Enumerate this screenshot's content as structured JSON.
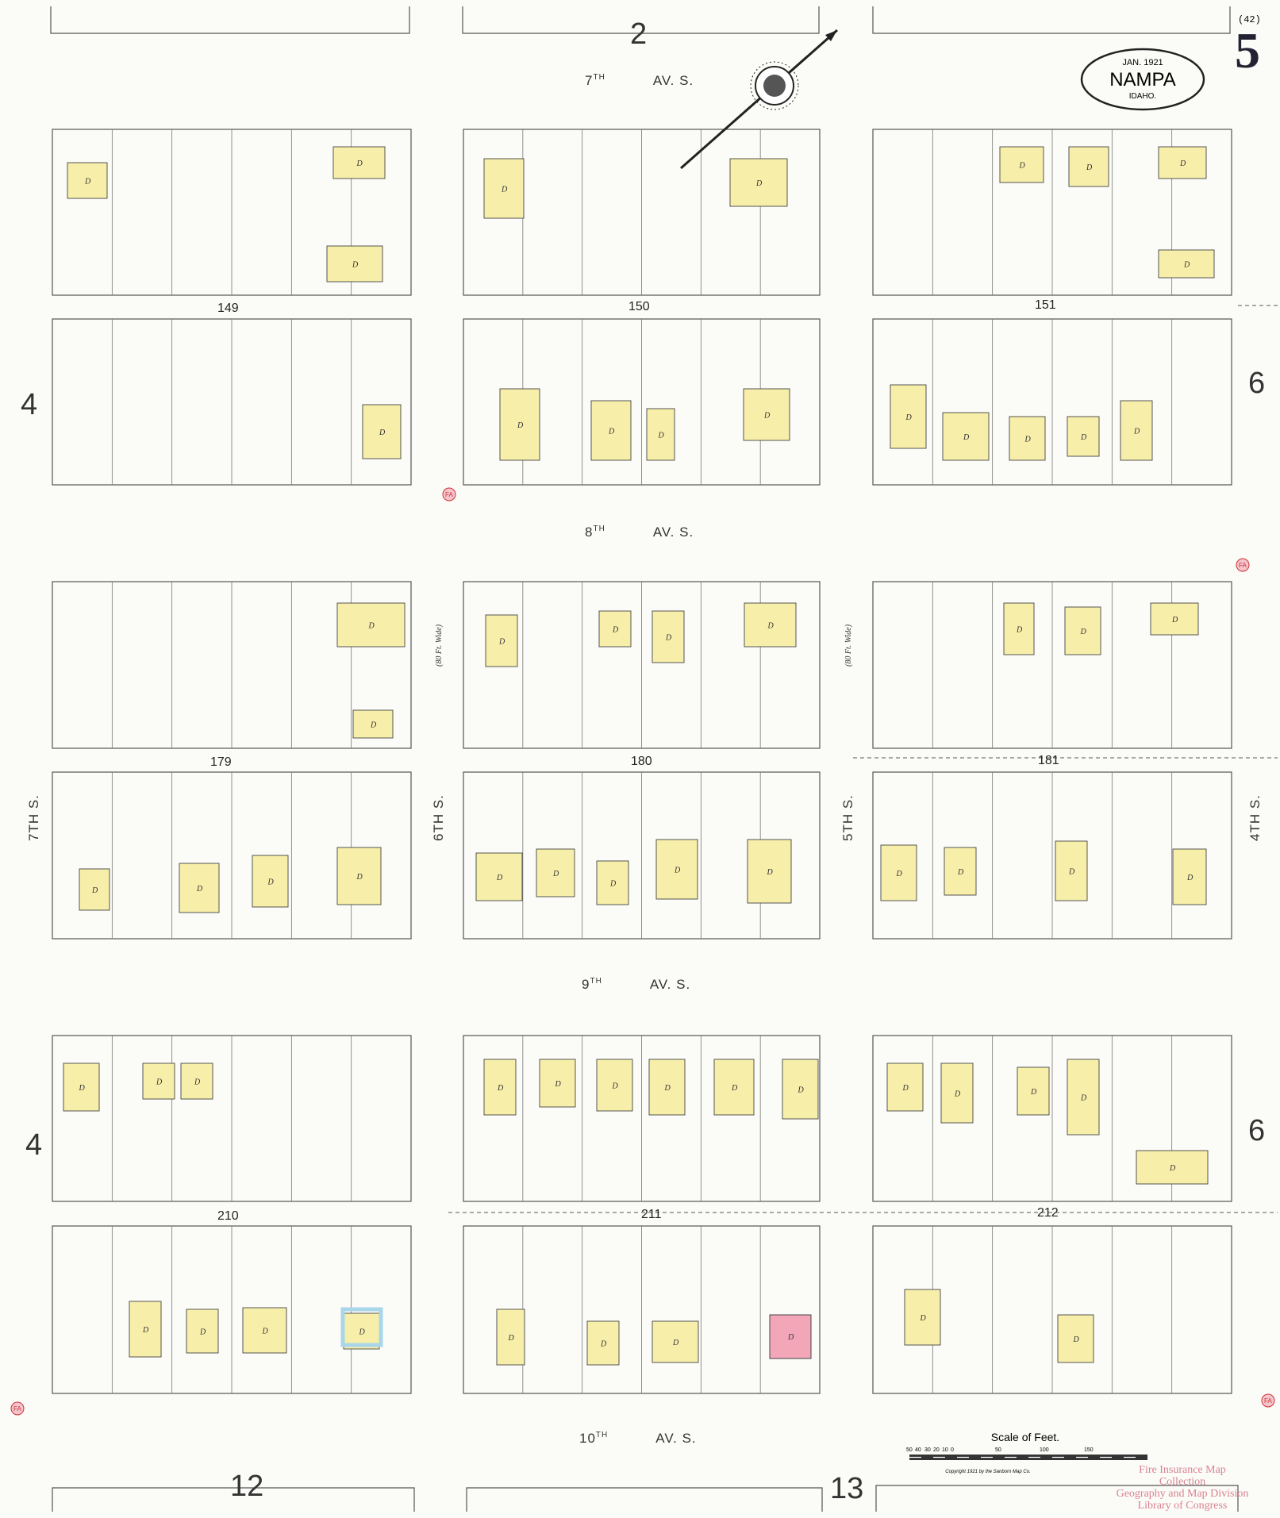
{
  "sheet": {
    "page_number": "5",
    "volume_page": "(42)"
  },
  "cartouche": {
    "date": "JAN. 1921",
    "city": "NAMPA",
    "state": "IDAHO."
  },
  "streets": {
    "seventh_av": {
      "ord": "7",
      "suffix": "TH",
      "name": "AV.  S."
    },
    "eighth_av": {
      "ord": "8",
      "suffix": "TH",
      "name": "AV.  S."
    },
    "ninth_av": {
      "ord": "9",
      "suffix": "TH",
      "name": "AV.  S."
    },
    "tenth_av": {
      "ord": "10",
      "suffix": "TH",
      "name": "AV.  S."
    },
    "seventh_s": "7TH  S.",
    "sixth_s": "6TH  S.",
    "fifth_s": "5TH  S.",
    "fourth_s": "4TH  S.",
    "width_note": "(80 Ft. Wide)"
  },
  "blocks": [
    "149",
    "150",
    "151",
    "179",
    "180",
    "181",
    "210",
    "211",
    "212"
  ],
  "adjoining_sheets": {
    "top": "2",
    "left_upper": "4",
    "right_upper": "6",
    "left_lower": "4",
    "right_lower": "6",
    "bottom_left": "12",
    "bottom_right": "13"
  },
  "building_mark": "D",
  "fire_alarm_label": "FA",
  "scale": {
    "title": "Scale of Feet.",
    "ticks": [
      "50",
      "40",
      "30",
      "20",
      "10",
      "0",
      "50",
      "100",
      "150"
    ]
  },
  "copyright": "Copyright 1921 by the Sanborn Map Co.",
  "stamp": [
    "Fire Insurance Map Collection",
    "Geography and Map Division",
    "Library of Congress"
  ],
  "colors": {
    "frame_dwelling": "#f7eeaa",
    "brick": "#f2a6b8",
    "concrete": "#a9d6e8"
  }
}
